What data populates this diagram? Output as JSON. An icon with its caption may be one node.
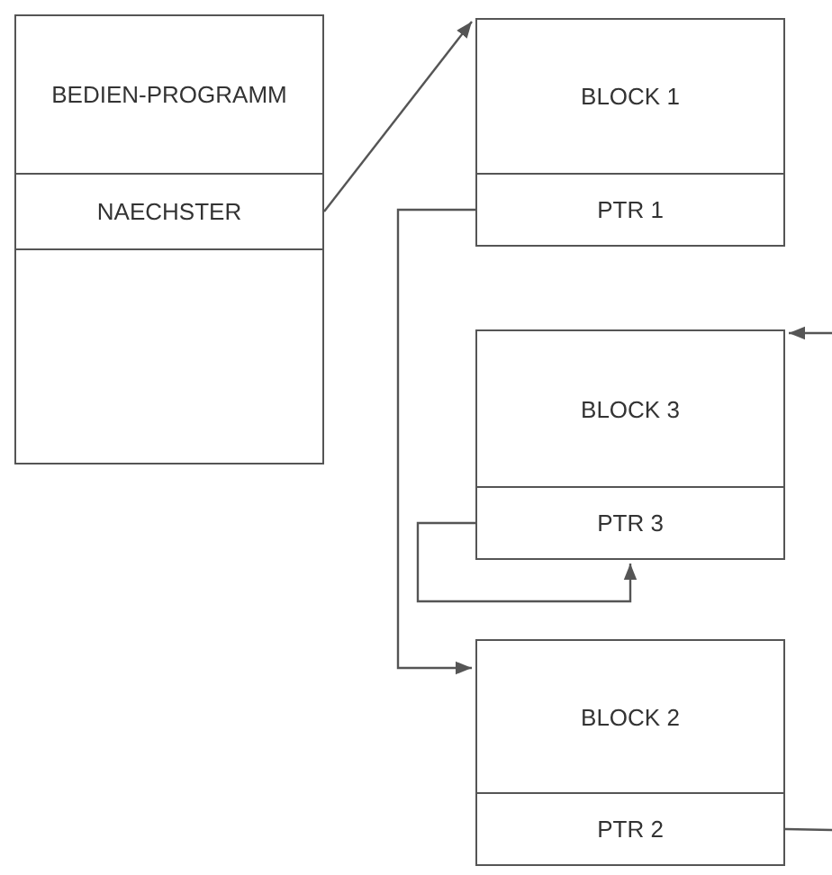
{
  "diagram": {
    "nodes": [
      {
        "text": [
          "BEDIEN-PROGRAMM"
        ]
      },
      {
        "text": [
          "NAECHSTER"
        ]
      },
      {
        "text": [],
        "shape": "box"
      },
      {
        "text": [
          "BLOCK 1"
        ]
      },
      {
        "text": [
          "PTR 1"
        ]
      },
      {
        "text": [
          "BLOCK 3"
        ]
      },
      {
        "text": [
          "PTR 3"
        ]
      },
      {
        "text": [
          "BLOCK 2"
        ]
      },
      {
        "text": [
          "PTR 2"
        ]
      }
    ],
    "edges": [
      {
        "from": 1,
        "to": 3,
        "arrow": "to"
      },
      {
        "from": 4,
        "to": 7,
        "arrow": "to"
      },
      {
        "from": 6,
        "to": 6,
        "arrow": "to"
      },
      {
        "from": 8,
        "to": null,
        "arrow": "none"
      },
      {
        "from": null,
        "to": 5,
        "arrow": "to"
      }
    ]
  }
}
